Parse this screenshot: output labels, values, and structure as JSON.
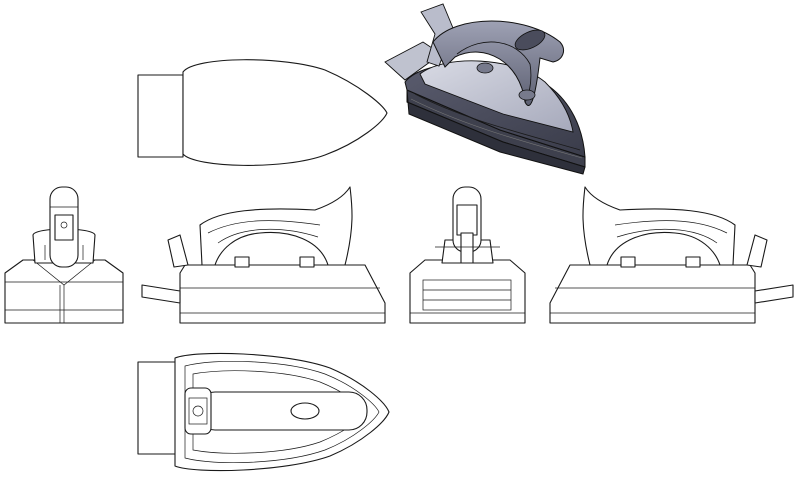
{
  "drawing": {
    "views": [
      {
        "name": "top-view",
        "icon": "iron-top-outline"
      },
      {
        "name": "isometric-view",
        "icon": "iron-shaded-3d"
      },
      {
        "name": "rear-view",
        "icon": "iron-rear-elevation"
      },
      {
        "name": "left-side-view",
        "icon": "iron-side-elevation"
      },
      {
        "name": "front-view",
        "icon": "iron-front-elevation"
      },
      {
        "name": "right-side-view",
        "icon": "iron-side-elevation-mirrored"
      },
      {
        "name": "bottom-view",
        "icon": "iron-plan-detail"
      }
    ],
    "colors": {
      "line": "#1a1a1a",
      "background": "#ffffff",
      "shade_light": "#c9cbd8",
      "shade_mid": "#8f92a6",
      "shade_dark": "#4a4c5c"
    }
  }
}
